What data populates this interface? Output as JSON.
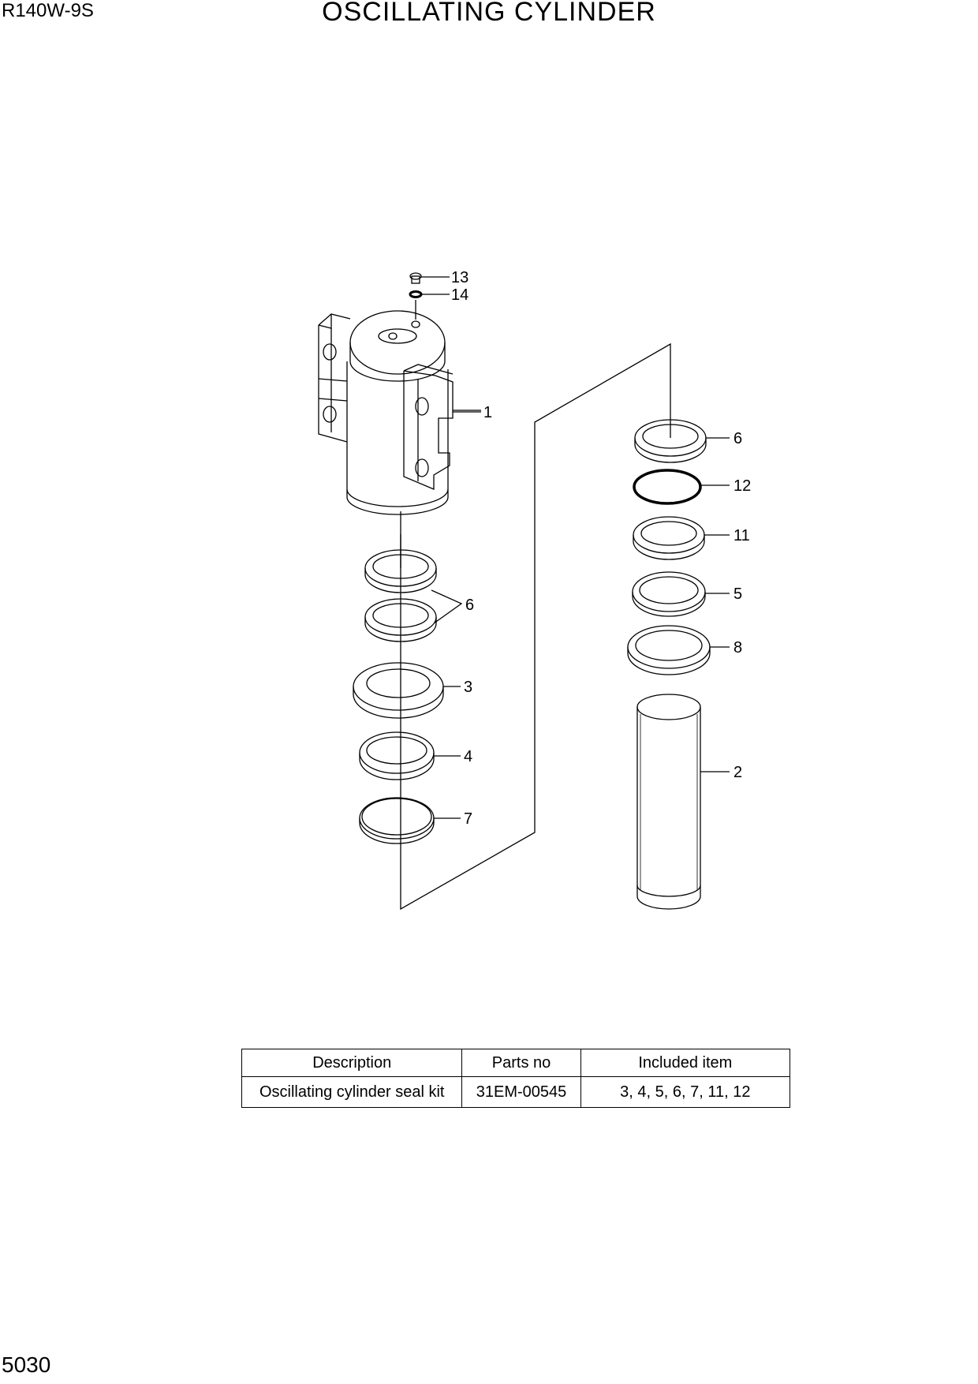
{
  "header": {
    "model": "R140W-9S",
    "title": "OSCILLATING CYLINDER"
  },
  "footer": {
    "page_number": "5030"
  },
  "diagram": {
    "callouts": {
      "c13": "13",
      "c14": "14",
      "c1": "1",
      "c6_left": "6",
      "c3": "3",
      "c4": "4",
      "c7": "7",
      "c6_right": "6",
      "c12": "12",
      "c11": "11",
      "c5": "5",
      "c8": "8",
      "c2": "2"
    }
  },
  "kit_table": {
    "headers": [
      "Description",
      "Parts no",
      "Included item"
    ],
    "rows": [
      [
        "Oscillating cylinder seal kit",
        "31EM-00545",
        "3, 4, 5, 6, 7, 11, 12"
      ]
    ]
  }
}
